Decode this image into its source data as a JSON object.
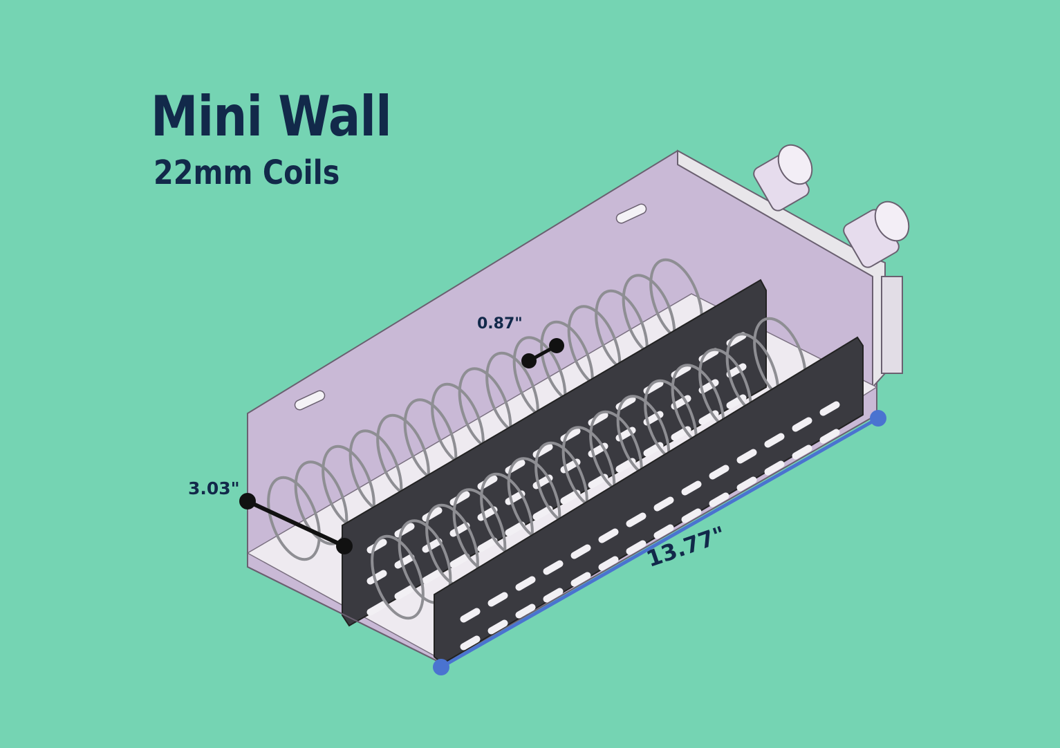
{
  "title": "Mini Wall",
  "subtitle": "22mm Coils",
  "dimensions": {
    "coil_diameter": "0.87\"",
    "width": "3.03\"",
    "length": "13.77\""
  },
  "colors": {
    "background": "#75d4b3",
    "text": "#12294a",
    "housing": "#c8b8d4",
    "plates": "#3a3a40",
    "coil": "#8e8e93",
    "length_marker": "#4a73d0",
    "dim_marker": "#111111"
  }
}
